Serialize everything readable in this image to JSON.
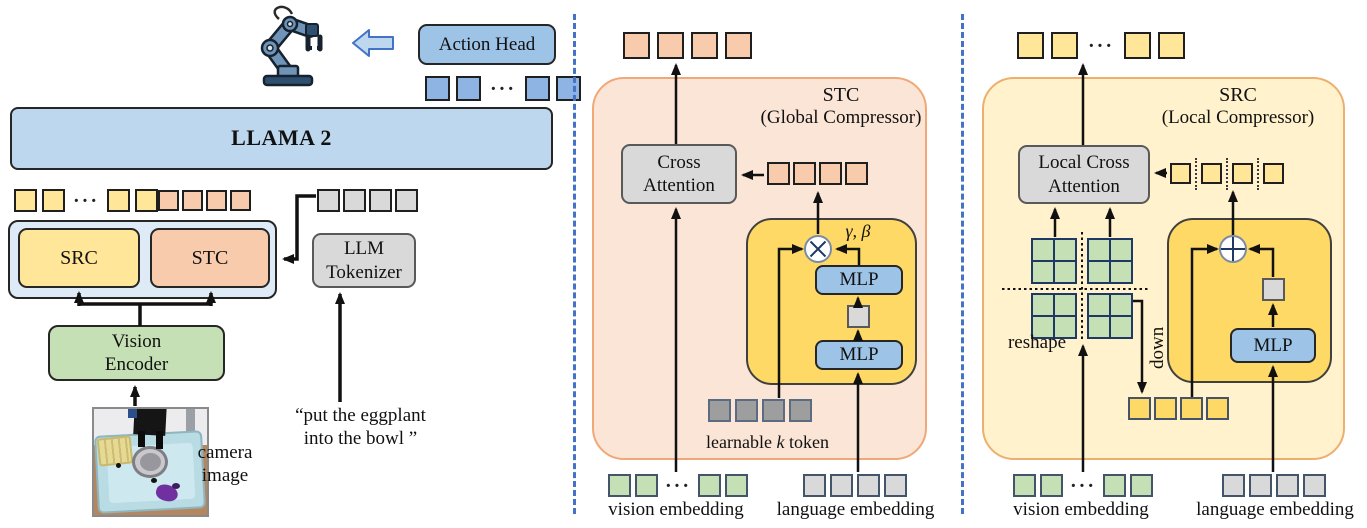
{
  "colors": {
    "llama_bar": "#BDD7EE",
    "blue_box": "#9DC3E6",
    "left_container": "#DEEBF7",
    "yellow_box": "#FFE699",
    "deep_yellow": "#FFD966",
    "orange_box": "#F8CBAD",
    "gray_box": "#D9D9D9",
    "green_box": "#C5E0B4",
    "panel_stc_bg": "#FBE5D6",
    "panel_stc_border": "#F0A878",
    "panel_src_bg": "#FFF2CC",
    "panel_src_border": "#EDAF6E",
    "separator": "#4472C4",
    "arrow": "#111111",
    "grid_line": "#1F3864"
  },
  "left": {
    "action_head": "Action Head",
    "llama": "LLAMA 2",
    "src": "SRC",
    "stc": "STC",
    "llm_line1": "LLM",
    "llm_line2": "Tokenizer",
    "vision_line1": "Vision",
    "vision_line2": "Encoder",
    "camera_line1": "camera",
    "camera_line2": "image",
    "instruction_line1": "“put the eggplant",
    "instruction_line2": "into the bowl ”"
  },
  "stc_panel": {
    "title": "STC",
    "subtitle": "(Global Compressor)",
    "cross_attn_line1": "Cross",
    "cross_attn_line2": "Attention",
    "gamma_beta": "γ, β",
    "mlp_top": "MLP",
    "mlp_bottom": "MLP",
    "k_label_pre": "learnable ",
    "k_label_k": "k",
    "k_label_post": " token",
    "vision_label": "vision embedding",
    "language_label": "language embedding"
  },
  "src_panel": {
    "title": "SRC",
    "subtitle": "(Local Compressor)",
    "lca_line1": "Local Cross",
    "lca_line2": "Attention",
    "mlp": "MLP",
    "reshape": "reshape",
    "down": "down",
    "vision_label": "vision embedding",
    "language_label": "language embedding"
  },
  "tokens": {
    "dots": "···",
    "action_out": {
      "segments": [
        2,
        2
      ],
      "size": 25,
      "gap": 6,
      "color": "#8DB4E2",
      "border": "#1f1f1f"
    },
    "left_yellow": {
      "segments": [
        2,
        2
      ],
      "size": 23,
      "gap": 5,
      "color": "#FFE699",
      "border": "#1f1f1f"
    },
    "left_orange": {
      "segments": [
        4
      ],
      "size": 21,
      "gap": 3,
      "color": "#F8CBAD",
      "border": "#1f1f1f"
    },
    "left_gray": {
      "segments": [
        4
      ],
      "size": 23,
      "gap": 3,
      "color": "#D9D9D9",
      "border": "#1f1f1f"
    },
    "stc_out": {
      "segments": [
        4
      ],
      "size": 27,
      "gap": 7,
      "color": "#F8CBAD",
      "border": "#1f1f1f"
    },
    "stc_mid": {
      "segments": [
        4
      ],
      "size": 23,
      "gap": 3,
      "color": "#F8CBAD",
      "border": "#1f1f1f"
    },
    "stc_k": {
      "segments": [
        4
      ],
      "size": 23,
      "gap": 4,
      "color": "#9E9E9E",
      "border": "#5B6B82"
    },
    "stc_vision": {
      "segments": [
        2,
        2
      ],
      "size": 23,
      "gap": 4,
      "color": "#C5E0B4",
      "border": "#44546A"
    },
    "stc_lang": {
      "segments": [
        4
      ],
      "size": 23,
      "gap": 4,
      "color": "#D9D9D9",
      "border": "#44546A"
    },
    "src_out": {
      "segments": [
        2,
        2
      ],
      "size": 27,
      "gap": 7,
      "color": "#FFE699",
      "border": "#1f1f1f"
    },
    "src_dotted": {
      "segments": [
        4
      ],
      "size": 21,
      "gap": 0,
      "dotted": true,
      "color": "#FFE699",
      "border": "#1f1f1f"
    },
    "src_down": {
      "segments": [
        4
      ],
      "size": 23,
      "gap": 3,
      "color": "#FFD966",
      "border": "#44546A"
    },
    "src_vision": {
      "segments": [
        2,
        2
      ],
      "size": 23,
      "gap": 4,
      "color": "#C5E0B4",
      "border": "#44546A"
    },
    "src_lang": {
      "segments": [
        4
      ],
      "size": 23,
      "gap": 4,
      "color": "#D9D9D9",
      "border": "#44546A"
    }
  }
}
